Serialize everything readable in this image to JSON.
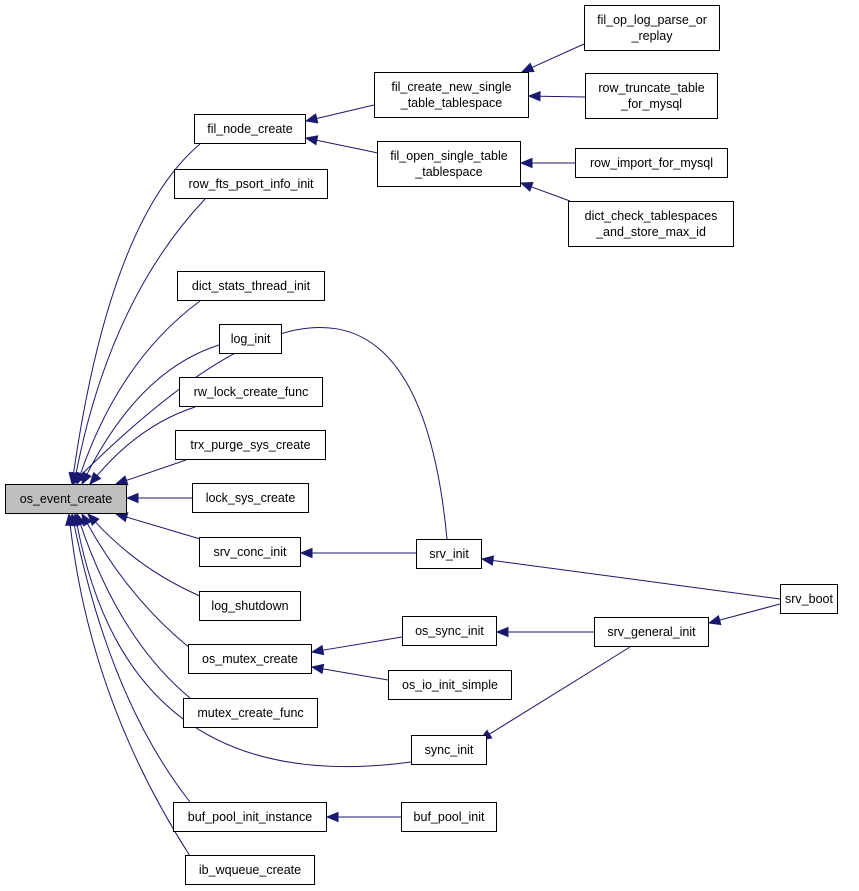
{
  "graph": {
    "edge_color": "#191970",
    "root_fill": "#bfbfbf",
    "node_fill": "#ffffff",
    "nodes": {
      "os_event_create": "os_event_create",
      "fil_node_create": "fil_node_create",
      "row_fts_psort_info_init": "row_fts_psort_info_init",
      "dict_stats_thread_init": "dict_stats_thread_init",
      "log_init": "log_init",
      "rw_lock_create_func": "rw_lock_create_func",
      "trx_purge_sys_create": "trx_purge_sys_create",
      "lock_sys_create": "lock_sys_create",
      "srv_conc_init": "srv_conc_init",
      "log_shutdown": "log_shutdown",
      "os_mutex_create": "os_mutex_create",
      "mutex_create_func": "mutex_create_func",
      "buf_pool_init_instance": "buf_pool_init_instance",
      "ib_wqueue_create": "ib_wqueue_create",
      "fil_create_new_single_table_tablespace": "fil_create_new_single\n_table_tablespace",
      "fil_open_single_table_tablespace": "fil_open_single_table\n_tablespace",
      "fil_op_log_parse_or_replay": "fil_op_log_parse_or\n_replay",
      "row_truncate_table_for_mysql": "row_truncate_table\n_for_mysql",
      "row_import_for_mysql": "row_import_for_mysql",
      "dict_check_tablespaces_and_store_max_id": "dict_check_tablespaces\n_and_store_max_id",
      "srv_init": "srv_init",
      "srv_boot": "srv_boot",
      "os_sync_init": "os_sync_init",
      "os_io_init_simple": "os_io_init_simple",
      "srv_general_init": "srv_general_init",
      "sync_init": "sync_init",
      "buf_pool_init": "buf_pool_init"
    },
    "edges": [
      {
        "from": "fil_node_create",
        "to": "os_event_create"
      },
      {
        "from": "row_fts_psort_info_init",
        "to": "os_event_create"
      },
      {
        "from": "dict_stats_thread_init",
        "to": "os_event_create"
      },
      {
        "from": "log_init",
        "to": "os_event_create"
      },
      {
        "from": "rw_lock_create_func",
        "to": "os_event_create"
      },
      {
        "from": "trx_purge_sys_create",
        "to": "os_event_create"
      },
      {
        "from": "lock_sys_create",
        "to": "os_event_create"
      },
      {
        "from": "srv_conc_init",
        "to": "os_event_create"
      },
      {
        "from": "log_shutdown",
        "to": "os_event_create"
      },
      {
        "from": "os_mutex_create",
        "to": "os_event_create"
      },
      {
        "from": "mutex_create_func",
        "to": "os_event_create"
      },
      {
        "from": "buf_pool_init_instance",
        "to": "os_event_create"
      },
      {
        "from": "ib_wqueue_create",
        "to": "os_event_create"
      },
      {
        "from": "srv_init",
        "to": "os_event_create"
      },
      {
        "from": "sync_init",
        "to": "os_event_create"
      },
      {
        "from": "fil_create_new_single_table_tablespace",
        "to": "fil_node_create"
      },
      {
        "from": "fil_open_single_table_tablespace",
        "to": "fil_node_create"
      },
      {
        "from": "fil_op_log_parse_or_replay",
        "to": "fil_create_new_single_table_tablespace"
      },
      {
        "from": "row_truncate_table_for_mysql",
        "to": "fil_create_new_single_table_tablespace"
      },
      {
        "from": "row_import_for_mysql",
        "to": "fil_open_single_table_tablespace"
      },
      {
        "from": "dict_check_tablespaces_and_store_max_id",
        "to": "fil_open_single_table_tablespace"
      },
      {
        "from": "srv_init",
        "to": "srv_conc_init"
      },
      {
        "from": "srv_boot",
        "to": "srv_init"
      },
      {
        "from": "os_sync_init",
        "to": "os_mutex_create"
      },
      {
        "from": "os_io_init_simple",
        "to": "os_mutex_create"
      },
      {
        "from": "srv_general_init",
        "to": "os_sync_init"
      },
      {
        "from": "srv_boot",
        "to": "srv_general_init"
      },
      {
        "from": "srv_general_init",
        "to": "sync_init"
      },
      {
        "from": "buf_pool_init",
        "to": "buf_pool_init_instance"
      }
    ]
  }
}
